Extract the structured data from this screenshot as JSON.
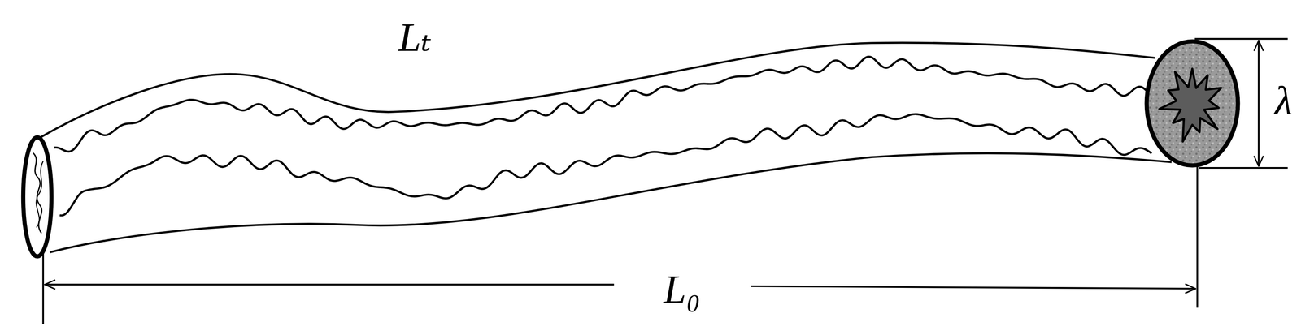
{
  "diagram": {
    "labels": [
      "Lₜ",
      "λ",
      "L₀"
    ]
  }
}
